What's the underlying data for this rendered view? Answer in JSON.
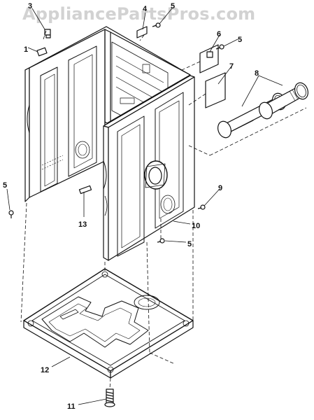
{
  "watermark": "AppliancePartsPros.com",
  "callouts": [
    {
      "id": "c1",
      "label": "1"
    },
    {
      "id": "c3",
      "label": "3"
    },
    {
      "id": "c4",
      "label": "4"
    },
    {
      "id": "c5a",
      "label": "5"
    },
    {
      "id": "c6",
      "label": "6"
    },
    {
      "id": "c5b",
      "label": "5"
    },
    {
      "id": "c7",
      "label": "7"
    },
    {
      "id": "c8",
      "label": "8"
    },
    {
      "id": "c5c",
      "label": "5"
    },
    {
      "id": "c9",
      "label": "9"
    },
    {
      "id": "c13",
      "label": "13"
    },
    {
      "id": "c10",
      "label": "10"
    },
    {
      "id": "c5d",
      "label": "5"
    },
    {
      "id": "c12",
      "label": "12"
    },
    {
      "id": "c11",
      "label": "11"
    }
  ]
}
